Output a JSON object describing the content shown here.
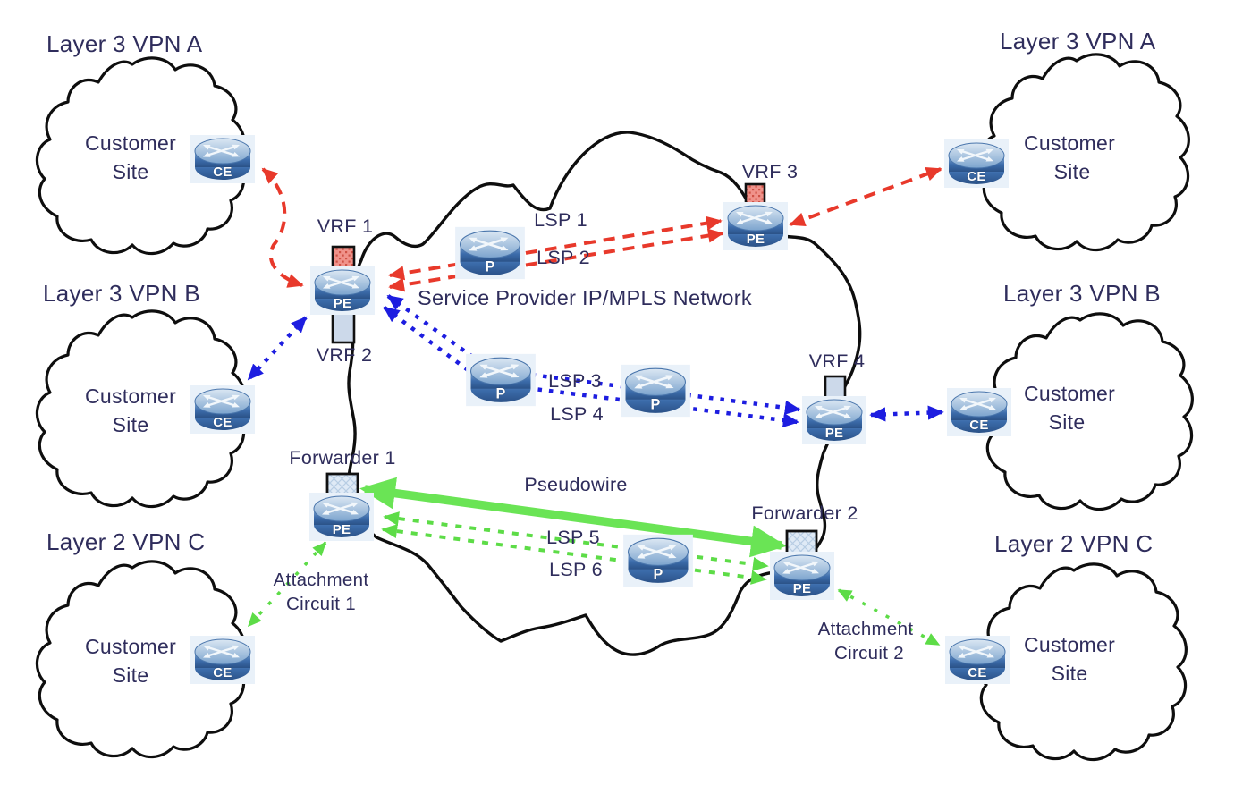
{
  "provider": {
    "label": "Service Provider IP/MPLS Network"
  },
  "clouds": {
    "a_left": {
      "title": "Layer 3 VPN A",
      "line1": "Customer",
      "line2": "Site"
    },
    "b_left": {
      "title": "Layer 3 VPN B",
      "line1": "Customer",
      "line2": "Site"
    },
    "c_left": {
      "title": "Layer 2 VPN C",
      "line1": "Customer",
      "line2": "Site"
    },
    "a_right": {
      "title": "Layer 3 VPN A",
      "line1": "Customer",
      "line2": "Site"
    },
    "b_right": {
      "title": "Layer 3 VPN B",
      "line1": "Customer",
      "line2": "Site"
    },
    "c_right": {
      "title": "Layer 2 VPN C",
      "line1": "Customer",
      "line2": "Site"
    }
  },
  "routers": {
    "pe": "PE",
    "p": "P",
    "ce": "CE"
  },
  "nodes": {
    "vrf1": "VRF 1",
    "vrf2": "VRF 2",
    "vrf3": "VRF 3",
    "vrf4": "VRF 4",
    "forwarder1": "Forwarder 1",
    "forwarder2": "Forwarder 2"
  },
  "links": {
    "lsp1": "LSP 1",
    "lsp2": "LSP 2",
    "lsp3": "LSP 3",
    "lsp4": "LSP 4",
    "lsp5": "LSP 5",
    "lsp6": "LSP 6",
    "pseudowire": "Pseudowire",
    "ac1_line1": "Attachment",
    "ac1_line2": "Circuit 1",
    "ac2_line1": "Attachment",
    "ac2_line2": "Circuit 2"
  },
  "colors": {
    "vpn_a_red": "#e8392b",
    "vpn_b_blue": "#1d1de0",
    "vpn_c_green": "#5ddc47",
    "pseudowire_green": "#6ae455",
    "text": "#2f2d5c",
    "cloud_stroke": "#0e0e0e",
    "router_blue": "#3c6cab",
    "vrf_red_fill": "#f0928a",
    "vrf_blue_fill": "#ccd9ea",
    "forwarder_fill": "#dfeaf6"
  }
}
